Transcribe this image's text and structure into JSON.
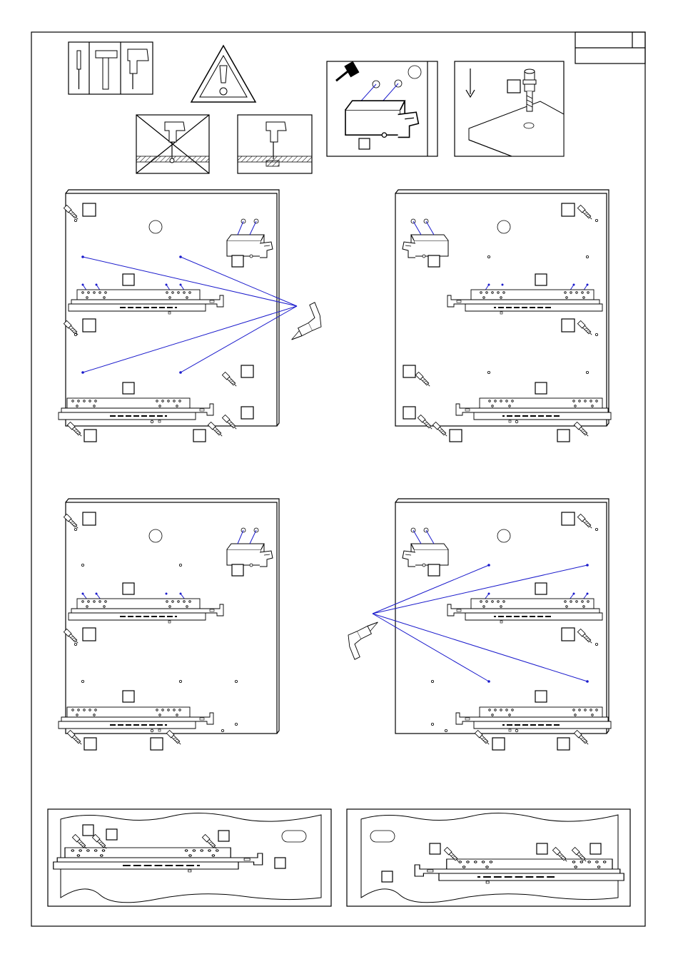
{
  "document": {
    "type": "assembly-instruction-sheet",
    "accent_color": "#1a1acc",
    "line_color": "#000000",
    "title_block_cells": [
      "",
      ""
    ],
    "top_icons": [
      "screwdriver-icon",
      "hammer-icon",
      "power-drill-icon",
      "warning-triangle-icon"
    ],
    "steps": [
      {
        "name": "wrong-drilling-through",
        "marked": "crossed-out"
      },
      {
        "name": "correct-drilling-with-depth-stop",
        "marked": "ok"
      },
      {
        "name": "hammer-in-hinge-plate",
        "marked": ""
      },
      {
        "name": "insert-dowel-press",
        "marked": ""
      }
    ],
    "panel_rows": 2,
    "panels_per_row": 2,
    "detail_views": 2,
    "label_boxes_text": ""
  }
}
